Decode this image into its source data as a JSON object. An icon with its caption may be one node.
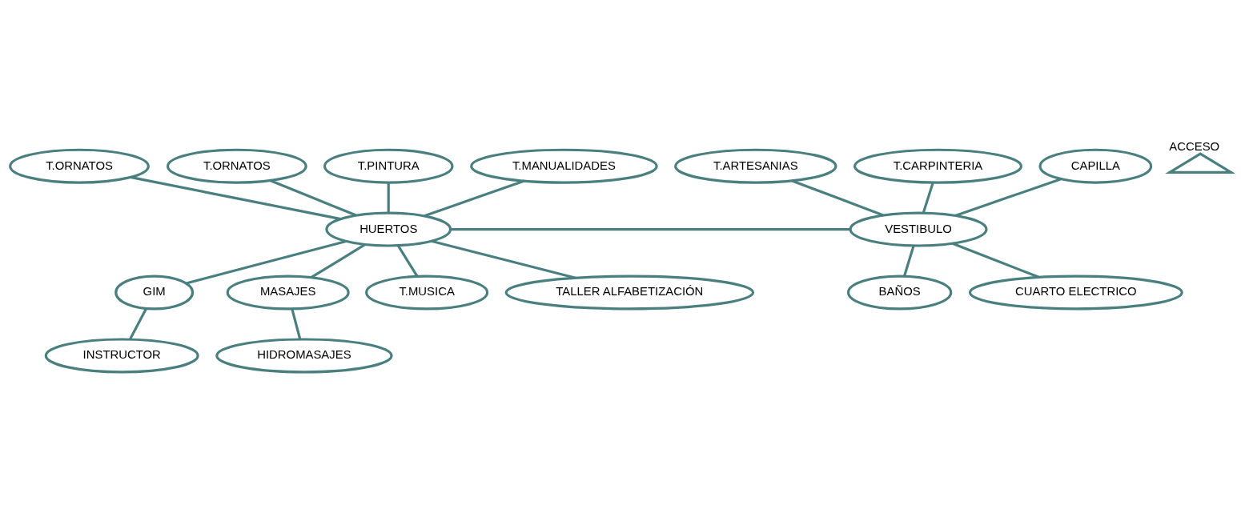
{
  "diagram": {
    "nodes": [
      {
        "text": [
          "T.ORNATOS"
        ]
      },
      {
        "text": [
          "T.ORNATOS"
        ]
      },
      {
        "text": [
          "T.ARTESANIAS"
        ]
      },
      {
        "text": [
          "T.PINTURA"
        ]
      },
      {
        "text": [
          "T.MANUALIDADES"
        ]
      },
      {
        "text": [
          "T.CARPINTERIA"
        ]
      },
      {
        "text": [
          "CAPILLA"
        ]
      },
      {
        "text": [
          "HUERTOS"
        ]
      },
      {
        "text": [
          "VESTIBULO"
        ]
      },
      {
        "text": [
          "BAÑOS"
        ]
      },
      {
        "text": [
          "GIM"
        ]
      },
      {
        "text": [
          "MASAJES"
        ]
      },
      {
        "text": [
          "T.MUSICA"
        ]
      },
      {
        "text": [
          "TALLER ALFABETIZACIÓN"
        ]
      },
      {
        "text": [
          "HIDROMASAJES"
        ]
      },
      {
        "text": [
          "CUARTO ELECTRICO"
        ]
      },
      {
        "text": [
          "INSTRUCTOR"
        ]
      },
      {
        "text": [
          "ACCESO"
        ]
      }
    ],
    "edges": [
      {
        "from": 7,
        "to": 8,
        "arrow": "none"
      },
      {
        "from": 0,
        "to": 7,
        "arrow": "none"
      },
      {
        "from": 3,
        "to": 7,
        "arrow": "none"
      },
      {
        "from": 1,
        "to": 7,
        "arrow": "none"
      },
      {
        "from": 4,
        "to": 7,
        "arrow": "none"
      },
      {
        "from": 2,
        "to": 8,
        "arrow": "none"
      },
      {
        "from": 5,
        "to": 8,
        "arrow": "none"
      },
      {
        "from": 6,
        "to": 8,
        "arrow": "none"
      },
      {
        "from": 7,
        "to": 12,
        "arrow": "none"
      },
      {
        "from": 7,
        "to": 13,
        "arrow": "none"
      },
      {
        "from": 7,
        "to": 10,
        "arrow": "none"
      },
      {
        "from": 7,
        "to": 11,
        "arrow": "none"
      },
      {
        "from": 8,
        "to": 15,
        "arrow": "none"
      },
      {
        "from": 8,
        "to": 9,
        "arrow": "none"
      },
      {
        "from": 10,
        "to": 16,
        "arrow": "none"
      },
      {
        "from": 11,
        "to": 14,
        "arrow": "none"
      }
    ]
  }
}
